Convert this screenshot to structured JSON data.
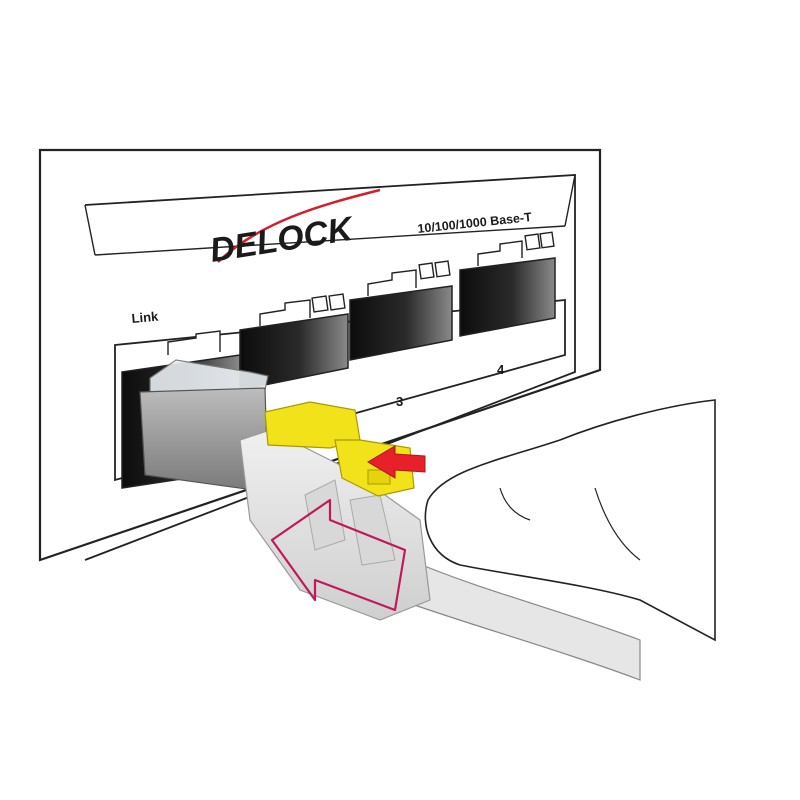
{
  "brand": {
    "logo_text": "DELOCK",
    "logo_icon": "delock-swoosh-logo"
  },
  "device": {
    "port_spec": "10/100/1000 Base-T",
    "link_label": "Link",
    "port_numbers": [
      "3",
      "4"
    ]
  },
  "illustration": {
    "connector_lock_color": "#f2e21a",
    "arrow_color": "#e8202a",
    "outline_arrow_color": "#c2185b",
    "cable_color": "#e6e6e6"
  }
}
